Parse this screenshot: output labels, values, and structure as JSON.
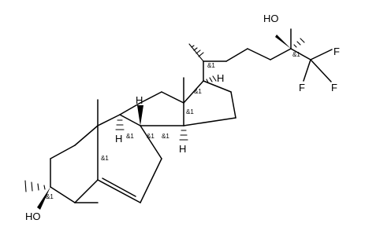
{
  "molecule": {
    "atoms": [
      {
        "id": "o_top",
        "label": "HO"
      },
      {
        "id": "f1",
        "label": "F"
      },
      {
        "id": "f2",
        "label": "F"
      },
      {
        "id": "f3",
        "label": "F"
      },
      {
        "id": "h17",
        "label": "H"
      },
      {
        "id": "h14",
        "label": "H"
      },
      {
        "id": "h8",
        "label": "H"
      },
      {
        "id": "h9",
        "label": "H"
      },
      {
        "id": "o_bottom",
        "label": "HO"
      }
    ],
    "stereo_labels": [
      {
        "id": "s25",
        "label": "&1"
      },
      {
        "id": "s20",
        "label": "&1"
      },
      {
        "id": "s17",
        "label": "&1"
      },
      {
        "id": "s13",
        "label": "&1"
      },
      {
        "id": "s8",
        "label": "&1"
      },
      {
        "id": "s9",
        "label": "&1"
      },
      {
        "id": "s10",
        "label": "&1"
      },
      {
        "id": "s14",
        "label": "&1"
      },
      {
        "id": "s3",
        "label": "&1"
      }
    ]
  }
}
